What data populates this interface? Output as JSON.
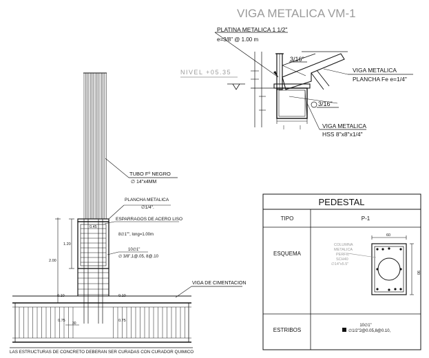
{
  "title": "VIGA METALICA VM-1",
  "beam_detail": {
    "platina_label": "PLATINA METALICA 1 1/2\"",
    "platina_spacing": "e=3/8\" @ 1.00 m",
    "weld_top": "3/16\"",
    "weld_bottom": "3/16\"",
    "viga_metalica_top": "VIGA METALICA",
    "plancha_label": "PLANCHA Fe e=1/4\"",
    "viga_metalica_bottom": "VIGA METALICA",
    "hss_label": "HSS 8\"x8\"x1/4\""
  },
  "elevation": {
    "nivel_label": "NIVEL +05.35",
    "tubo_label": "TUBO Fº NEGRO",
    "tubo_size": "∅ 14\"x4MM",
    "plancha_label": "PLANCHA METALICA",
    "plancha_size": "∅1/4\".",
    "plancha_dim": "0.45",
    "esparragos_label": "ESPARRAGOS DE ACERO LISO",
    "esparragos_spec": "8∅1\"\", long=1.00m",
    "rebar_main": "10∅1\"",
    "rebar_stirrups": "∅ 3/8\",1@.05, 8@.10",
    "dim_120": "1.20",
    "dim_200": "2.00",
    "dim_010_left": "0.10",
    "dim_010_right": "0.10",
    "dim_075_left": "0.75",
    "dim_075_right": "0.75",
    "dim_30": "30",
    "viga_cimentacion": "VIGA DE CIMENTACION",
    "note": "LAS ESTRUCTURAS DE CONCRETO DEBERAN SER CURADAS CON CURADOR QUIMICO"
  },
  "pedestal": {
    "title": "PEDESTAL",
    "col_tipo": "TIPO",
    "col_value": "P-1",
    "row_esquema": "ESQUEMA",
    "row_estribos": "ESTRIBOS",
    "dim_60": "60",
    "dim_90": "90",
    "ghost_1": "COLUMNA",
    "ghost_2": "METALICA",
    "ghost_3": "PERFIL",
    "ghost_4": "SCH40",
    "ghost_5": "∅14\"x5.5\"",
    "estribos_main": "10∅1\"",
    "estribos_spec": "∅1/2\"2@0.05,8@0.10,"
  }
}
